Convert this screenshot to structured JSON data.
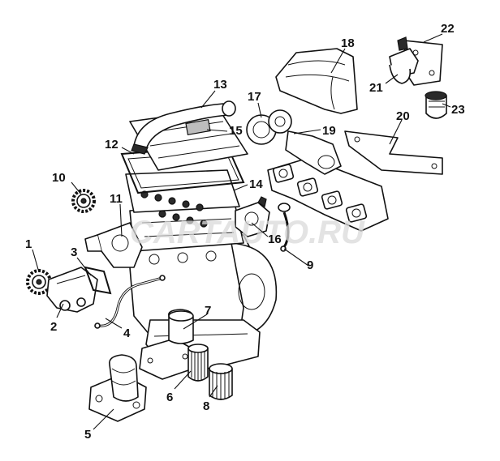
{
  "watermark": "CARTAUTO.RU",
  "callouts": [
    {
      "id": "1",
      "label": "1"
    },
    {
      "id": "2",
      "label": "2"
    },
    {
      "id": "3",
      "label": "3"
    },
    {
      "id": "4",
      "label": "4"
    },
    {
      "id": "5",
      "label": "5"
    },
    {
      "id": "6",
      "label": "6"
    },
    {
      "id": "7",
      "label": "7"
    },
    {
      "id": "8",
      "label": "8"
    },
    {
      "id": "9",
      "label": "9"
    },
    {
      "id": "10",
      "label": "10"
    },
    {
      "id": "11",
      "label": "11"
    },
    {
      "id": "12",
      "label": "12"
    },
    {
      "id": "13",
      "label": "13"
    },
    {
      "id": "14",
      "label": "14"
    },
    {
      "id": "15",
      "label": "15"
    },
    {
      "id": "16",
      "label": "16"
    },
    {
      "id": "17",
      "label": "17"
    },
    {
      "id": "18",
      "label": "18"
    },
    {
      "id": "19",
      "label": "19"
    },
    {
      "id": "20",
      "label": "20"
    },
    {
      "id": "21",
      "label": "21"
    },
    {
      "id": "22",
      "label": "22"
    },
    {
      "id": "23",
      "label": "23"
    }
  ]
}
